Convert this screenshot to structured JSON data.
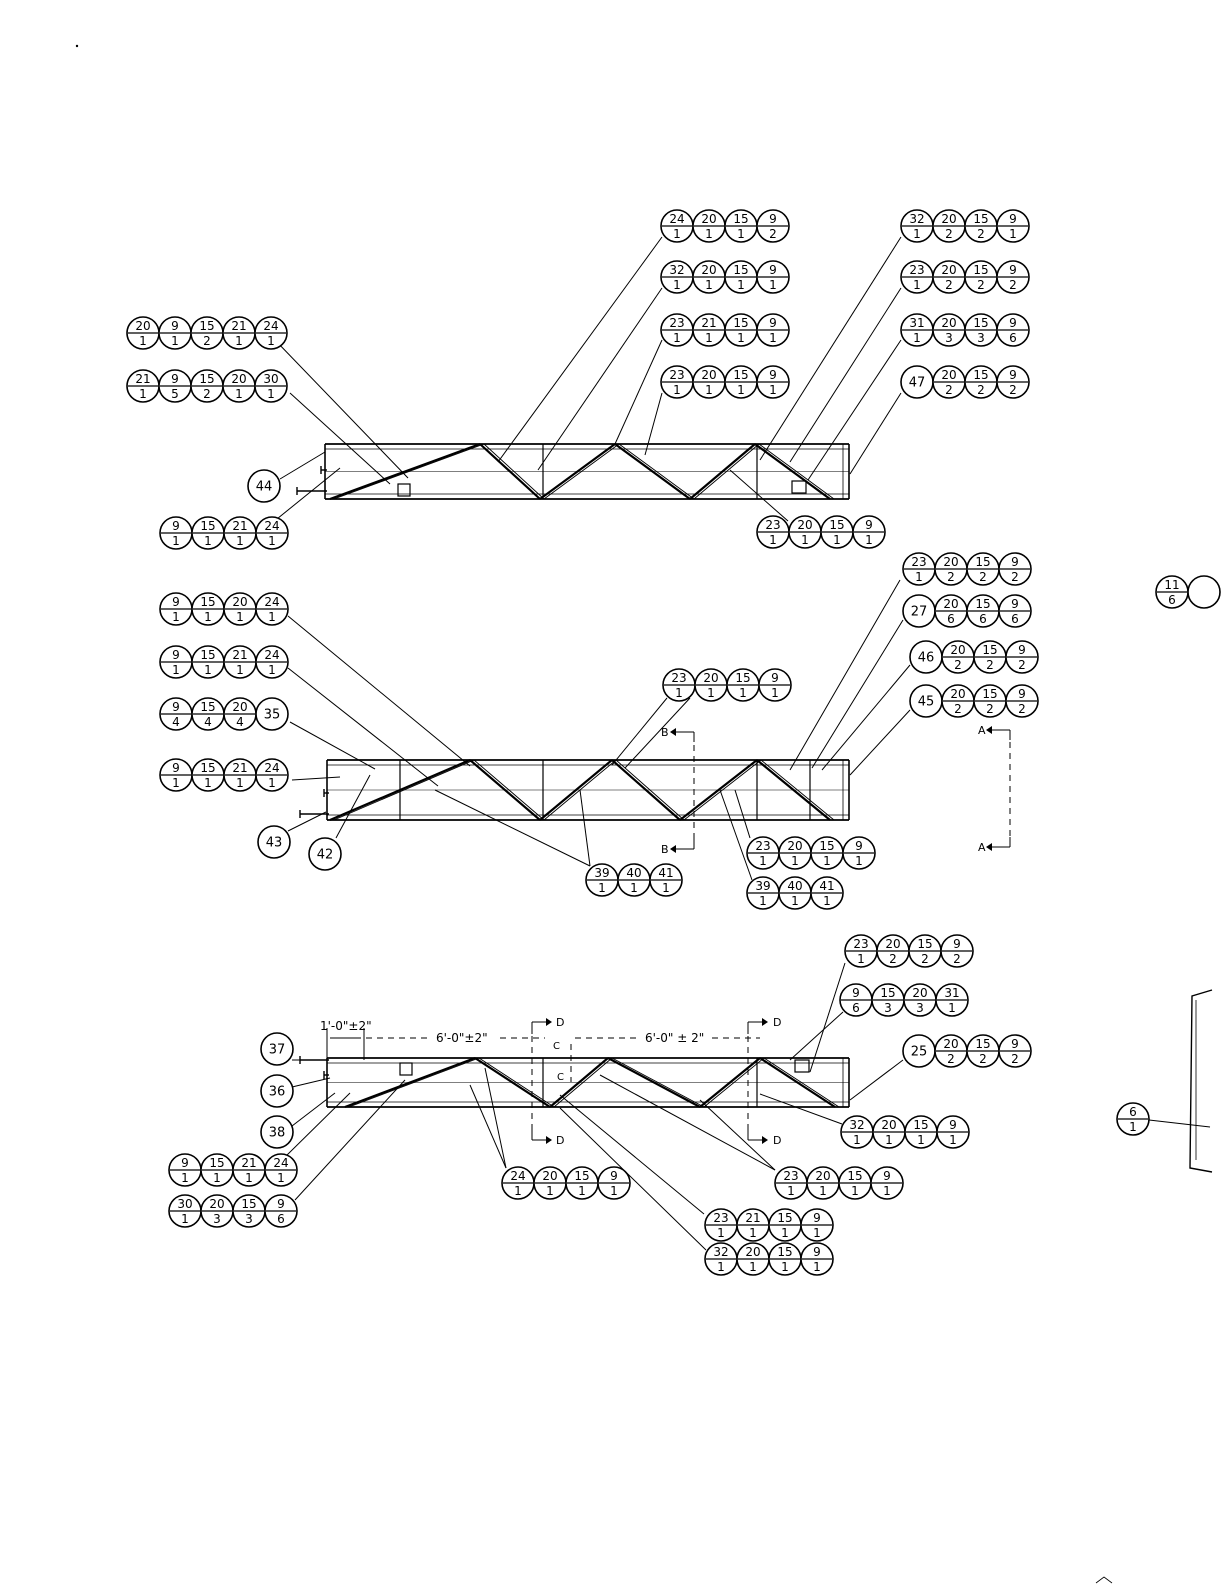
{
  "callouts": [
    {
      "id": "v1-left-1",
      "bubbles": [
        [
          "20",
          "1"
        ],
        [
          "9",
          "1"
        ],
        [
          "15",
          "2"
        ],
        [
          "21",
          "1"
        ],
        [
          "24",
          "1"
        ]
      ]
    },
    {
      "id": "v1-left-2",
      "bubbles": [
        [
          "21",
          "1"
        ],
        [
          "9",
          "5"
        ],
        [
          "15",
          "2"
        ],
        [
          "20",
          "1"
        ],
        [
          "30",
          "1"
        ]
      ]
    },
    {
      "id": "v1-left-44",
      "bubbles": [
        [
          "44",
          ""
        ]
      ]
    },
    {
      "id": "v1-left-3",
      "bubbles": [
        [
          "9",
          "1"
        ],
        [
          "15",
          "1"
        ],
        [
          "21",
          "1"
        ],
        [
          "24",
          "1"
        ]
      ]
    },
    {
      "id": "v1-top-1",
      "bubbles": [
        [
          "24",
          "1"
        ],
        [
          "20",
          "1"
        ],
        [
          "15",
          "1"
        ],
        [
          "9",
          "2"
        ]
      ]
    },
    {
      "id": "v1-top-2",
      "bubbles": [
        [
          "32",
          "1"
        ],
        [
          "20",
          "1"
        ],
        [
          "15",
          "1"
        ],
        [
          "9",
          "1"
        ]
      ]
    },
    {
      "id": "v1-top-3",
      "bubbles": [
        [
          "23",
          "1"
        ],
        [
          "21",
          "1"
        ],
        [
          "15",
          "1"
        ],
        [
          "9",
          "1"
        ]
      ]
    },
    {
      "id": "v1-top-4",
      "bubbles": [
        [
          "23",
          "1"
        ],
        [
          "20",
          "1"
        ],
        [
          "15",
          "1"
        ],
        [
          "9",
          "1"
        ]
      ]
    },
    {
      "id": "v1-right-1",
      "bubbles": [
        [
          "32",
          "1"
        ],
        [
          "20",
          "2"
        ],
        [
          "15",
          "2"
        ],
        [
          "9",
          "1"
        ]
      ]
    },
    {
      "id": "v1-right-2",
      "bubbles": [
        [
          "23",
          "1"
        ],
        [
          "20",
          "2"
        ],
        [
          "15",
          "2"
        ],
        [
          "9",
          "2"
        ]
      ]
    },
    {
      "id": "v1-right-3",
      "bubbles": [
        [
          "31",
          "1"
        ],
        [
          "20",
          "3"
        ],
        [
          "15",
          "3"
        ],
        [
          "9",
          "6"
        ]
      ]
    },
    {
      "id": "v1-right-4",
      "bubbles": [
        [
          "47",
          ""
        ],
        [
          "20",
          "2"
        ],
        [
          "15",
          "2"
        ],
        [
          "9",
          "2"
        ]
      ]
    },
    {
      "id": "v1-bottom",
      "bubbles": [
        [
          "23",
          "1"
        ],
        [
          "20",
          "1"
        ],
        [
          "15",
          "1"
        ],
        [
          "9",
          "1"
        ]
      ]
    },
    {
      "id": "v2-right-1",
      "bubbles": [
        [
          "23",
          "1"
        ],
        [
          "20",
          "2"
        ],
        [
          "15",
          "2"
        ],
        [
          "9",
          "2"
        ]
      ]
    },
    {
      "id": "v2-right-2",
      "bubbles": [
        [
          "27",
          ""
        ],
        [
          "20",
          "6"
        ],
        [
          "15",
          "6"
        ],
        [
          "9",
          "6"
        ]
      ]
    },
    {
      "id": "v2-right-3",
      "bubbles": [
        [
          "46",
          ""
        ],
        [
          "20",
          "2"
        ],
        [
          "15",
          "2"
        ],
        [
          "9",
          "2"
        ]
      ]
    },
    {
      "id": "v2-right-4",
      "bubbles": [
        [
          "45",
          ""
        ],
        [
          "20",
          "2"
        ],
        [
          "15",
          "2"
        ],
        [
          "9",
          "2"
        ]
      ]
    },
    {
      "id": "v2-left-1",
      "bubbles": [
        [
          "9",
          "1"
        ],
        [
          "15",
          "1"
        ],
        [
          "20",
          "1"
        ],
        [
          "24",
          "1"
        ]
      ]
    },
    {
      "id": "v2-left-2",
      "bubbles": [
        [
          "9",
          "1"
        ],
        [
          "15",
          "1"
        ],
        [
          "21",
          "1"
        ],
        [
          "24",
          "1"
        ]
      ]
    },
    {
      "id": "v2-left-3",
      "bubbles": [
        [
          "9",
          "4"
        ],
        [
          "15",
          "4"
        ],
        [
          "20",
          "4"
        ],
        [
          "35",
          ""
        ]
      ]
    },
    {
      "id": "v2-left-4",
      "bubbles": [
        [
          "9",
          "1"
        ],
        [
          "15",
          "1"
        ],
        [
          "21",
          "1"
        ],
        [
          "24",
          "1"
        ]
      ]
    },
    {
      "id": "v2-43",
      "bubbles": [
        [
          "43",
          ""
        ]
      ]
    },
    {
      "id": "v2-42",
      "bubbles": [
        [
          "42",
          ""
        ]
      ]
    },
    {
      "id": "v2-mid-top",
      "bubbles": [
        [
          "23",
          "1"
        ],
        [
          "20",
          "1"
        ],
        [
          "15",
          "1"
        ],
        [
          "9",
          "1"
        ]
      ]
    },
    {
      "id": "v2-mid-bottom",
      "bubbles": [
        [
          "23",
          "1"
        ],
        [
          "20",
          "1"
        ],
        [
          "15",
          "1"
        ],
        [
          "9",
          "1"
        ]
      ]
    },
    {
      "id": "v2-394041-a",
      "bubbles": [
        [
          "39",
          "1"
        ],
        [
          "40",
          "1"
        ],
        [
          "41",
          "1"
        ]
      ]
    },
    {
      "id": "v2-394041-b",
      "bubbles": [
        [
          "39",
          "1"
        ],
        [
          "40",
          "1"
        ],
        [
          "41",
          "1"
        ]
      ]
    },
    {
      "id": "v3-right-1",
      "bubbles": [
        [
          "23",
          "1"
        ],
        [
          "20",
          "2"
        ],
        [
          "15",
          "2"
        ],
        [
          "9",
          "2"
        ]
      ]
    },
    {
      "id": "v3-right-2",
      "bubbles": [
        [
          "9",
          "6"
        ],
        [
          "15",
          "3"
        ],
        [
          "20",
          "3"
        ],
        [
          "31",
          "1"
        ]
      ]
    },
    {
      "id": "v3-right-3",
      "bubbles": [
        [
          "25",
          ""
        ],
        [
          "20",
          "2"
        ],
        [
          "15",
          "2"
        ],
        [
          "9",
          "2"
        ]
      ]
    },
    {
      "id": "v3-right-4",
      "bubbles": [
        [
          "32",
          "1"
        ],
        [
          "20",
          "1"
        ],
        [
          "15",
          "1"
        ],
        [
          "9",
          "1"
        ]
      ]
    },
    {
      "id": "v3-37",
      "bubbles": [
        [
          "37",
          ""
        ]
      ]
    },
    {
      "id": "v3-36",
      "bubbles": [
        [
          "36",
          ""
        ]
      ]
    },
    {
      "id": "v3-38",
      "bubbles": [
        [
          "38",
          ""
        ]
      ]
    },
    {
      "id": "v3-left-1",
      "bubbles": [
        [
          "9",
          "1"
        ],
        [
          "15",
          "1"
        ],
        [
          "21",
          "1"
        ],
        [
          "24",
          "1"
        ]
      ]
    },
    {
      "id": "v3-left-2",
      "bubbles": [
        [
          "30",
          "1"
        ],
        [
          "20",
          "3"
        ],
        [
          "15",
          "3"
        ],
        [
          "9",
          "6"
        ]
      ]
    },
    {
      "id": "v3-mid-1",
      "bubbles": [
        [
          "24",
          "1"
        ],
        [
          "20",
          "1"
        ],
        [
          "15",
          "1"
        ],
        [
          "9",
          "1"
        ]
      ]
    },
    {
      "id": "v3-mid-2",
      "bubbles": [
        [
          "23",
          "1"
        ],
        [
          "20",
          "1"
        ],
        [
          "15",
          "1"
        ],
        [
          "9",
          "1"
        ]
      ]
    },
    {
      "id": "v3-mid-3",
      "bubbles": [
        [
          "23",
          "1"
        ],
        [
          "21",
          "1"
        ],
        [
          "15",
          "1"
        ],
        [
          "9",
          "1"
        ]
      ]
    },
    {
      "id": "v3-mid-4",
      "bubbles": [
        [
          "32",
          "1"
        ],
        [
          "20",
          "1"
        ],
        [
          "15",
          "1"
        ],
        [
          "9",
          "1"
        ]
      ]
    },
    {
      "id": "edge-1",
      "bubbles": [
        [
          "11",
          "6"
        ],
        [
          "",
          ""
        ]
      ]
    },
    {
      "id": "edge-2",
      "bubbles": [
        [
          "6",
          "1"
        ]
      ]
    }
  ],
  "dimensions": {
    "d1": "1'-0\"±2\"",
    "d2": "6'-0\"±2\"",
    "d3": "6'-0\" ± 2\""
  },
  "section_marks": {
    "b": "B",
    "a": "A",
    "d": "D",
    "c": "C"
  }
}
